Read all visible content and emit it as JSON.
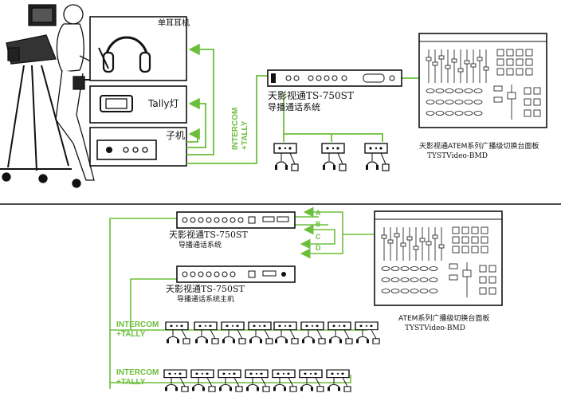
{
  "top": {
    "headset_label": "单耳耳机",
    "tally_label": "Tally灯",
    "handset_label": "子机",
    "intercom_label_1": "INTERCOM",
    "intercom_label_2": "+TALLY",
    "ts_name": "天影视通TS-750ST",
    "ts_sub": "导播通话系统",
    "panel_name": "天影视通ATEM系列广播级切换台面板",
    "panel_sub": "TYSTVideo-BMD"
  },
  "bottom": {
    "unit1_name": "天影视通TS-750ST",
    "unit1_sub": "导播通话系统",
    "unit2_name": "天影视通TS-750ST",
    "unit2_sub": "导播通话系统主机",
    "channels": [
      "A",
      "B",
      "C",
      "D"
    ],
    "panel_name": "ATEM系列广播级切换台面板",
    "panel_sub": "TYSTVideo-BMD",
    "row1_label_1": "INTERCOM",
    "row1_label_2": "+TALLY",
    "row2_label_1": "INTERCOM",
    "row2_label_2": "+TALLY"
  },
  "colors": {
    "green": "#6bbf3a",
    "black": "#111111"
  }
}
